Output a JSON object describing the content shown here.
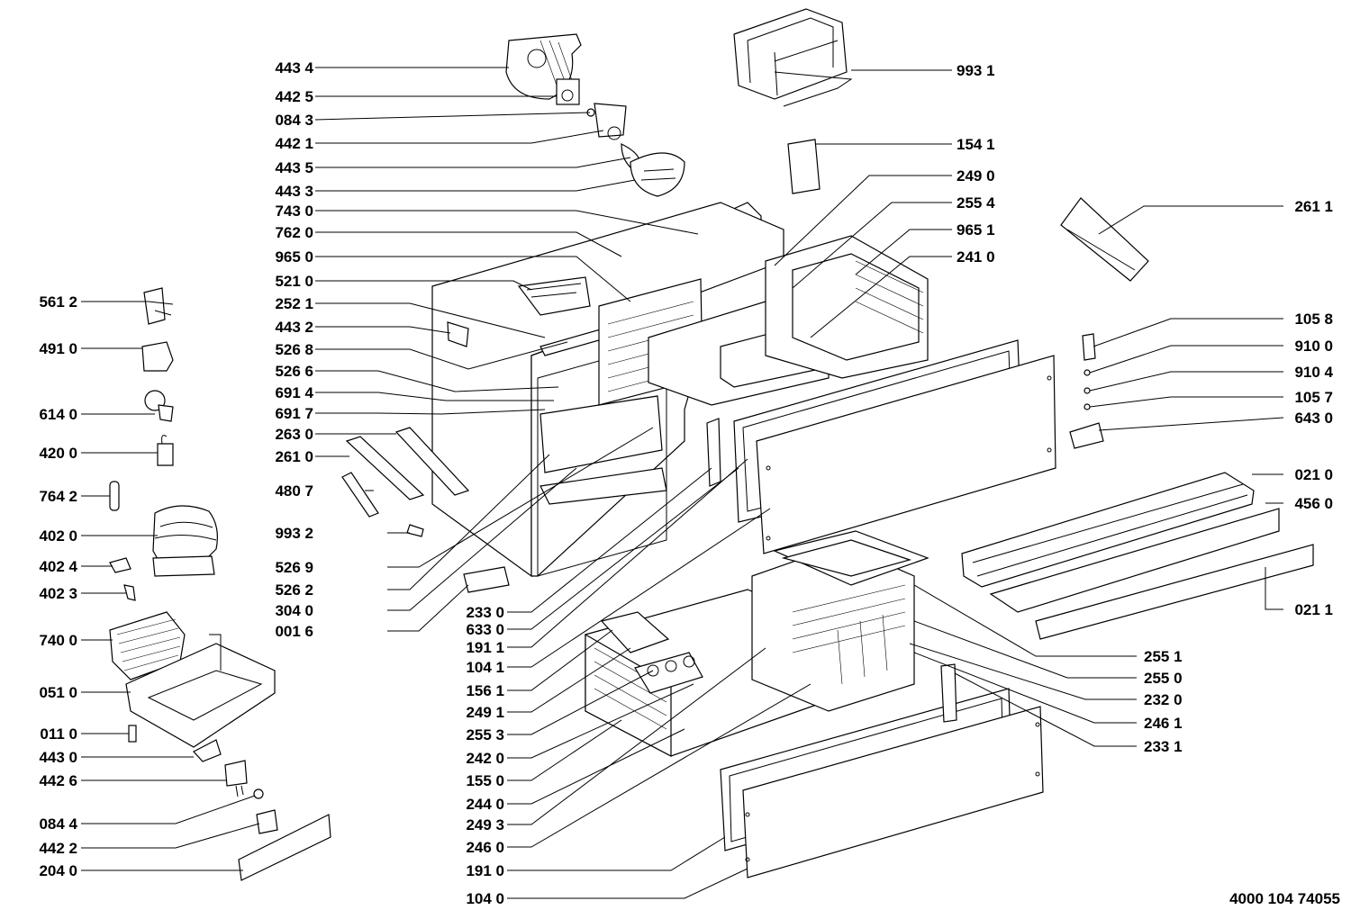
{
  "document_id": "4000 104 74055",
  "labels_left": [
    "561 2",
    "491 0",
    "614 0",
    "420 0",
    "764 2",
    "402 0",
    "402 4",
    "402 3",
    "740 0",
    "051 0",
    "011 0",
    "443 0",
    "442 6",
    "084 4",
    "442 2",
    "204 0"
  ],
  "labels_center_left": [
    "443 4",
    "442 5",
    "084 3",
    "442 1",
    "443 5",
    "443 3",
    "743 0",
    "762 0",
    "965 0",
    "521 0",
    "252 1",
    "443 2",
    "526 8",
    "526 6",
    "691 4",
    "691 7",
    "263 0",
    "261 0",
    "480 7",
    "993 2",
    "526 9",
    "526 2",
    "304 0",
    "001 6"
  ],
  "labels_center_bottom": [
    "233 0",
    "633 0",
    "191 1",
    "104 1",
    "156 1",
    "249 1",
    "255 3",
    "242 0",
    "155 0",
    "244 0",
    "249 3",
    "246 0",
    "191 0",
    "104 0"
  ],
  "labels_center_right": [
    "993 1",
    "154 1",
    "249 0",
    "255 4",
    "965 1",
    "241 0",
    "255 1",
    "255 0",
    "232 0",
    "246 1",
    "233 1"
  ],
  "labels_right": [
    "261 1",
    "105 8",
    "910 0",
    "910 4",
    "105 7",
    "643 0",
    "021 0",
    "456 0",
    "021 1"
  ]
}
